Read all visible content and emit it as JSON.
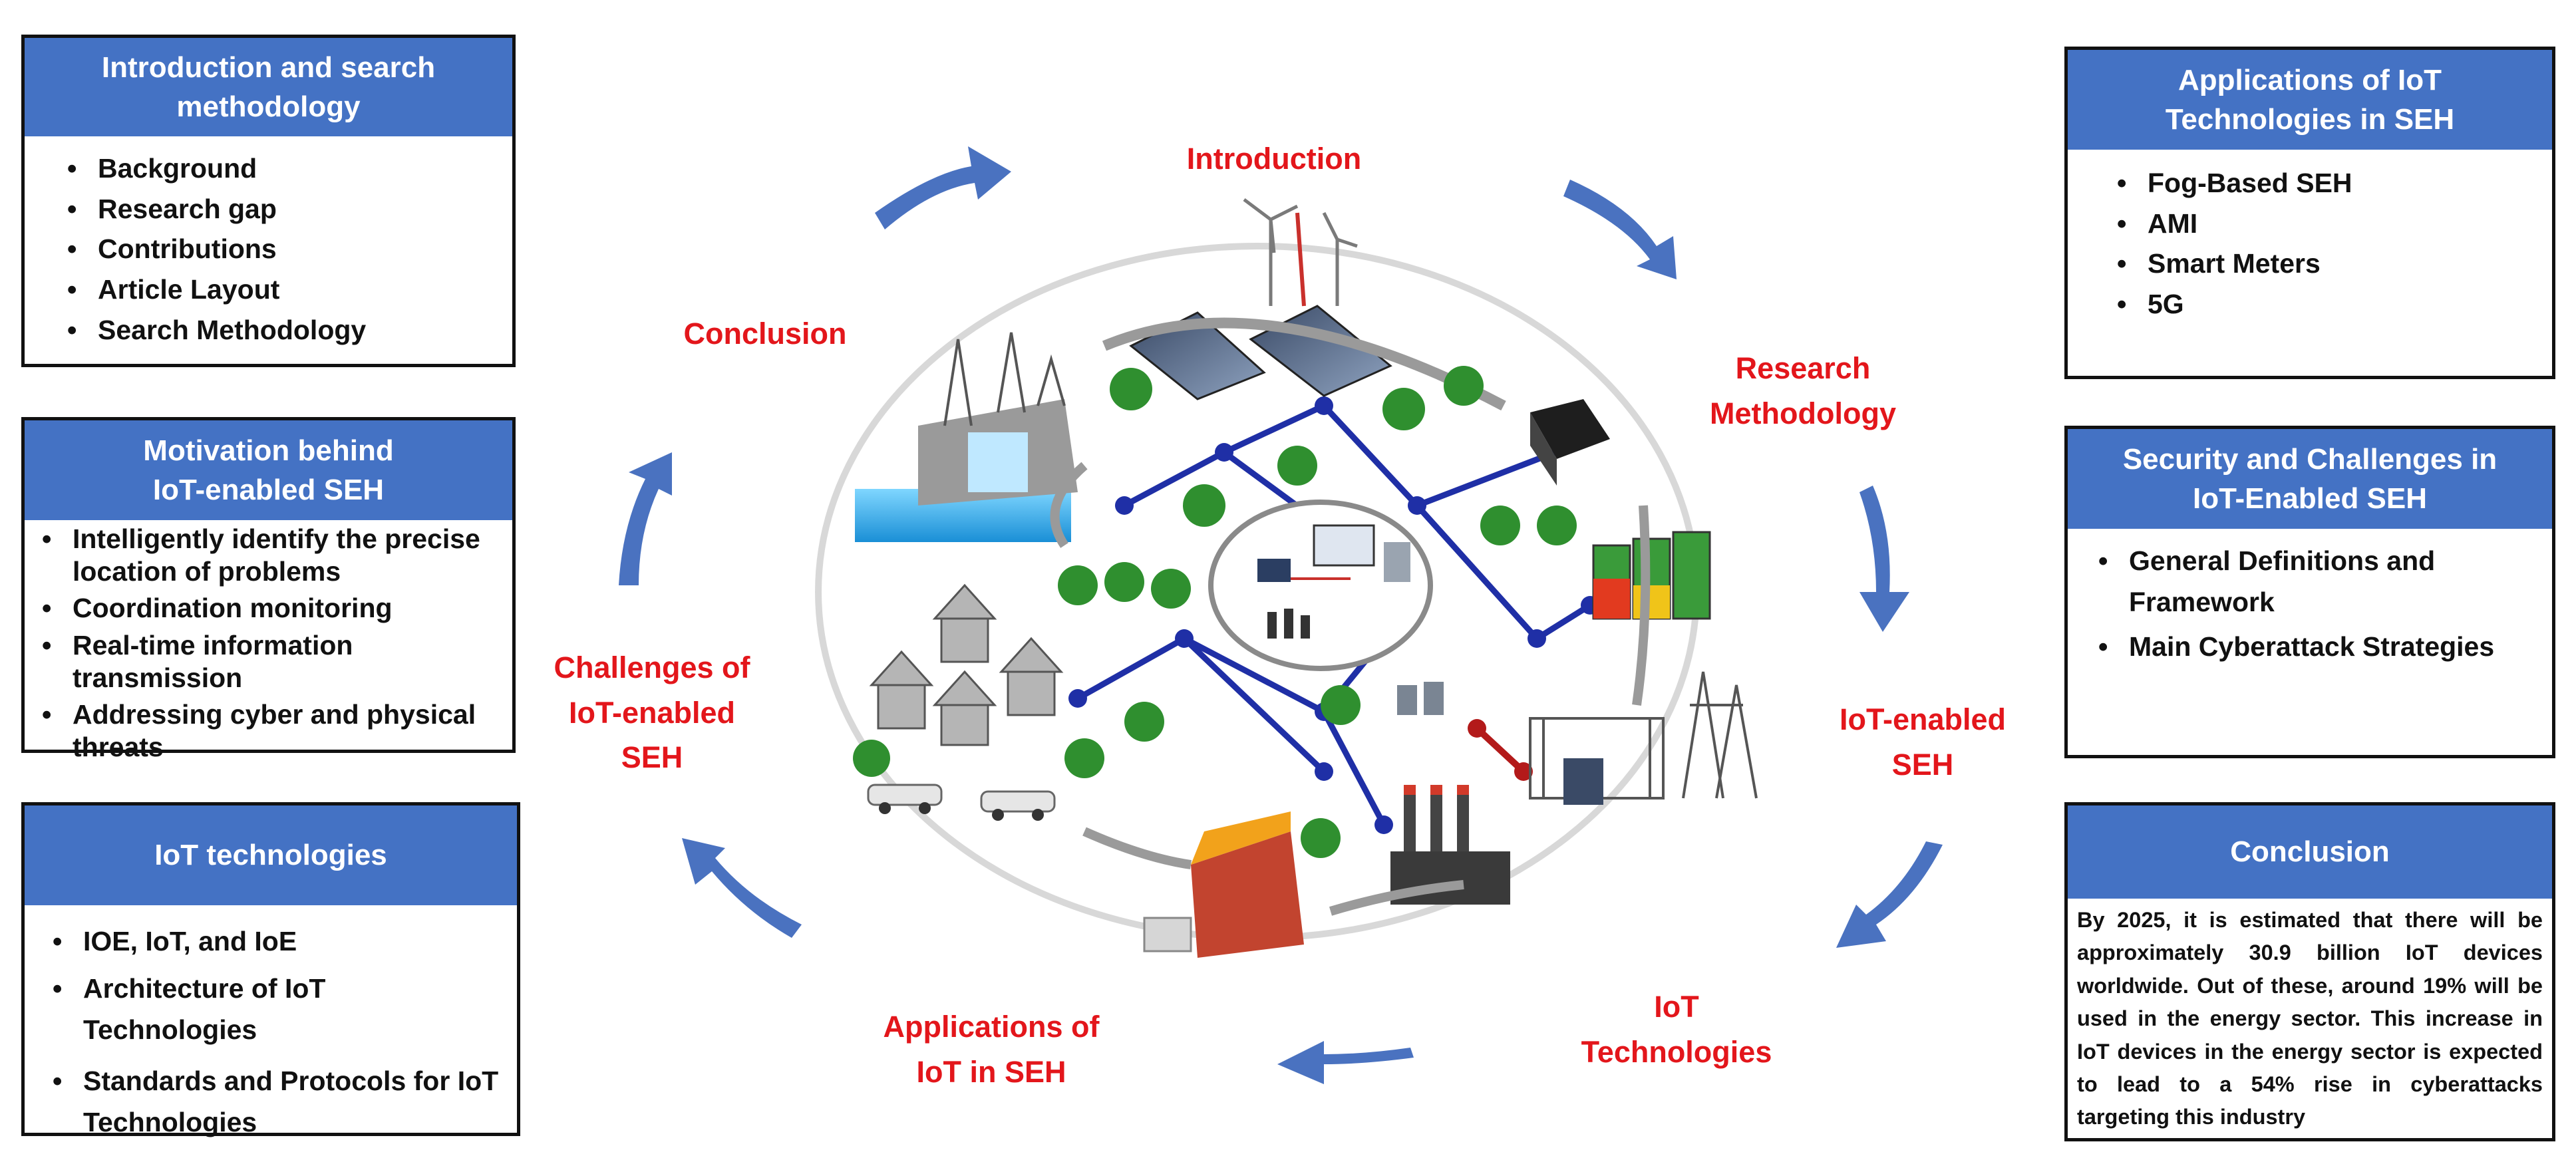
{
  "boxes": {
    "intro": {
      "title": "Introduction and search\nmethodology",
      "items": [
        "Background",
        "Research gap",
        "Contributions",
        "Article Layout",
        "Search Methodology"
      ]
    },
    "motivation": {
      "title": "Motivation behind\nIoT-enabled  SEH",
      "items": [
        "Intelligently identify the precise location of problems",
        "Coordination monitoring",
        "Real-time information transmission",
        "Addressing cyber and physical threats"
      ]
    },
    "iot_tech": {
      "title": "IoT technologies",
      "items": [
        "IOE, IoT, and IoE",
        "Architecture of IoT Technologies",
        "Standards and Protocols for IoT Technologies"
      ]
    },
    "applications": {
      "title": "Applications of IoT\nTechnologies in SEH",
      "items": [
        "Fog-Based SEH",
        "AMI",
        "Smart Meters",
        "5G"
      ]
    },
    "security": {
      "title": "Security and Challenges in\nIoT-Enabled SEH",
      "items": [
        "General Definitions and Framework",
        "Main Cyberattack Strategies"
      ]
    },
    "conclusion": {
      "title": "Conclusion",
      "text": "By 2025, it is estimated that there will be approximately 30.9 billion IoT devices worldwide. Out of these, around 19% will be used in the energy sector. This increase in IoT devices in the energy sector is expected to lead to a 54% rise in cyberattacks targeting this industry"
    }
  },
  "cycle": {
    "introduction": "Introduction",
    "research": "Research\nMethodology",
    "iot_seh": "IoT-enabled\nSEH",
    "iot_tech": "IoT\nTechnologies",
    "applications": "Applications of\nIoT in SEH",
    "challenges": "Challenges of\nIoT-enabled\nSEH",
    "conclusion": "Conclusion"
  },
  "colors": {
    "header_blue": "#4472c4",
    "stage_red": "#e3161b",
    "arrow_blue": "#4a72c0",
    "network_blue": "#1f2fa6"
  },
  "icons": [
    "solar-panel-icon",
    "wind-turbine-icon",
    "hydro-dam-icon",
    "house-icon",
    "tree-icon",
    "battery-icon",
    "transmission-tower-icon",
    "factory-icon",
    "control-center-icon",
    "car-icon",
    "transformer-icon"
  ]
}
